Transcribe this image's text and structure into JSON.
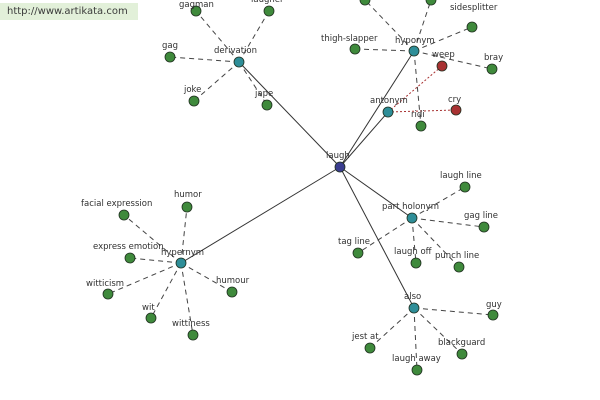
{
  "banner": {
    "url": "http://www.artikata.com"
  },
  "colors": {
    "center": "#3a3d8f",
    "relation": "#2e8e98",
    "word": "#3f8a3c",
    "antonym_word": "#a83232",
    "solid_edge": "#333333",
    "dashed_edge": "#444444",
    "antonym_edge": "#a83232"
  },
  "graph": {
    "nodes": [
      {
        "id": "laugh",
        "label": "laugh",
        "kind": "center"
      },
      {
        "id": "derivation",
        "label": "derivation",
        "kind": "relation"
      },
      {
        "id": "hyponym",
        "label": "hyponym",
        "kind": "relation"
      },
      {
        "id": "antonym",
        "label": "antonym",
        "kind": "relation"
      },
      {
        "id": "part_holonym",
        "label": "part holonym",
        "kind": "relation"
      },
      {
        "id": "hypernym",
        "label": "hypernym",
        "kind": "relation"
      },
      {
        "id": "also",
        "label": "also",
        "kind": "relation"
      },
      {
        "id": "gagman",
        "label": "gagman",
        "kind": "word"
      },
      {
        "id": "laugher",
        "label": "laugher",
        "kind": "word"
      },
      {
        "id": "gag",
        "label": "gag",
        "kind": "word"
      },
      {
        "id": "joke",
        "label": "joke",
        "kind": "word"
      },
      {
        "id": "jape",
        "label": "jape",
        "kind": "word"
      },
      {
        "id": "hy_top1",
        "label": "",
        "kind": "word"
      },
      {
        "id": "hy_top2",
        "label": "",
        "kind": "word"
      },
      {
        "id": "sidesplitter",
        "label": "sidesplitter",
        "kind": "word"
      },
      {
        "id": "thigh_slapper",
        "label": "thigh-slapper",
        "kind": "word"
      },
      {
        "id": "weep",
        "label": "weep",
        "kind": "antonym"
      },
      {
        "id": "bray",
        "label": "bray",
        "kind": "word"
      },
      {
        "id": "cry",
        "label": "cry",
        "kind": "antonym"
      },
      {
        "id": "ridi",
        "label": "ridi",
        "kind": "word"
      },
      {
        "id": "laugh_line",
        "label": "laugh line",
        "kind": "word"
      },
      {
        "id": "gag_line",
        "label": "gag line",
        "kind": "word"
      },
      {
        "id": "tag_line",
        "label": "tag line",
        "kind": "word"
      },
      {
        "id": "laugh_off",
        "label": "laugh off",
        "kind": "word"
      },
      {
        "id": "punch_line",
        "label": "punch line",
        "kind": "word"
      },
      {
        "id": "facial_expression",
        "label": "facial expression",
        "kind": "word"
      },
      {
        "id": "humor",
        "label": "humor",
        "kind": "word"
      },
      {
        "id": "express_emotion",
        "label": "express emotion",
        "kind": "word"
      },
      {
        "id": "witticism",
        "label": "witticism",
        "kind": "word"
      },
      {
        "id": "humour",
        "label": "humour",
        "kind": "word"
      },
      {
        "id": "wit",
        "label": "wit",
        "kind": "word"
      },
      {
        "id": "wittiness",
        "label": "wittiness",
        "kind": "word"
      },
      {
        "id": "guy",
        "label": "guy",
        "kind": "word"
      },
      {
        "id": "jest_at",
        "label": "jest at",
        "kind": "word"
      },
      {
        "id": "blackguard",
        "label": "blackguard",
        "kind": "word"
      },
      {
        "id": "laugh_away",
        "label": "laugh away",
        "kind": "word"
      }
    ],
    "edges": [
      {
        "from": "laugh",
        "to": "derivation",
        "style": "solid"
      },
      {
        "from": "laugh",
        "to": "hyponym",
        "style": "solid"
      },
      {
        "from": "laugh",
        "to": "antonym",
        "style": "solid"
      },
      {
        "from": "laugh",
        "to": "part_holonym",
        "style": "solid"
      },
      {
        "from": "laugh",
        "to": "hypernym",
        "style": "solid"
      },
      {
        "from": "laugh",
        "to": "also",
        "style": "solid"
      },
      {
        "from": "derivation",
        "to": "gagman",
        "style": "dashed"
      },
      {
        "from": "derivation",
        "to": "laugher",
        "style": "dashed"
      },
      {
        "from": "derivation",
        "to": "gag",
        "style": "dashed"
      },
      {
        "from": "derivation",
        "to": "joke",
        "style": "dashed"
      },
      {
        "from": "derivation",
        "to": "jape",
        "style": "dashed"
      },
      {
        "from": "hyponym",
        "to": "hy_top1",
        "style": "dashed"
      },
      {
        "from": "hyponym",
        "to": "hy_top2",
        "style": "dashed"
      },
      {
        "from": "hyponym",
        "to": "sidesplitter",
        "style": "dashed"
      },
      {
        "from": "hyponym",
        "to": "thigh_slapper",
        "style": "dashed"
      },
      {
        "from": "hyponym",
        "to": "bray",
        "style": "dashed"
      },
      {
        "from": "hyponym",
        "to": "ridi",
        "style": "dashed"
      },
      {
        "from": "antonym",
        "to": "weep",
        "style": "antonym"
      },
      {
        "from": "antonym",
        "to": "cry",
        "style": "antonym"
      },
      {
        "from": "part_holonym",
        "to": "laugh_line",
        "style": "dashed"
      },
      {
        "from": "part_holonym",
        "to": "gag_line",
        "style": "dashed"
      },
      {
        "from": "part_holonym",
        "to": "tag_line",
        "style": "dashed"
      },
      {
        "from": "part_holonym",
        "to": "laugh_off",
        "style": "dashed"
      },
      {
        "from": "part_holonym",
        "to": "punch_line",
        "style": "dashed"
      },
      {
        "from": "hypernym",
        "to": "facial_expression",
        "style": "dashed"
      },
      {
        "from": "hypernym",
        "to": "humor",
        "style": "dashed"
      },
      {
        "from": "hypernym",
        "to": "express_emotion",
        "style": "dashed"
      },
      {
        "from": "hypernym",
        "to": "witticism",
        "style": "dashed"
      },
      {
        "from": "hypernym",
        "to": "humour",
        "style": "dashed"
      },
      {
        "from": "hypernym",
        "to": "wit",
        "style": "dashed"
      },
      {
        "from": "hypernym",
        "to": "wittiness",
        "style": "dashed"
      },
      {
        "from": "also",
        "to": "guy",
        "style": "dashed"
      },
      {
        "from": "also",
        "to": "jest_at",
        "style": "dashed"
      },
      {
        "from": "also",
        "to": "blackguard",
        "style": "dashed"
      },
      {
        "from": "also",
        "to": "laugh_away",
        "style": "dashed"
      }
    ]
  }
}
